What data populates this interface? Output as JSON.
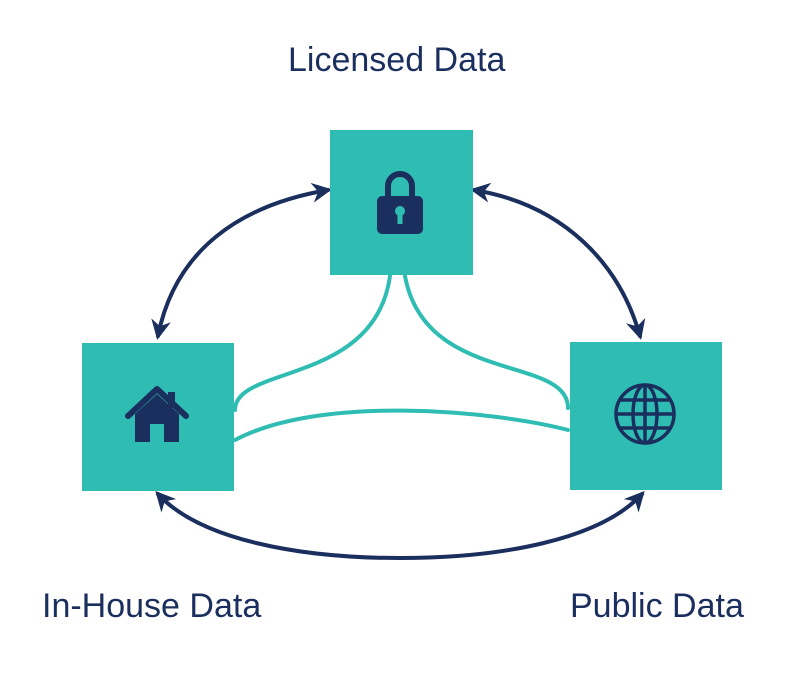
{
  "nodes": {
    "licensed": {
      "label": "Licensed Data",
      "icon": "lock-icon"
    },
    "inhouse": {
      "label": "In-House Data",
      "icon": "house-icon"
    },
    "public": {
      "label": "Public Data",
      "icon": "globe-icon"
    }
  },
  "colors": {
    "box": "#2fbdb3",
    "dark": "#1b2f5e",
    "connector": "#2fbdb3",
    "background": "#ffffff"
  }
}
